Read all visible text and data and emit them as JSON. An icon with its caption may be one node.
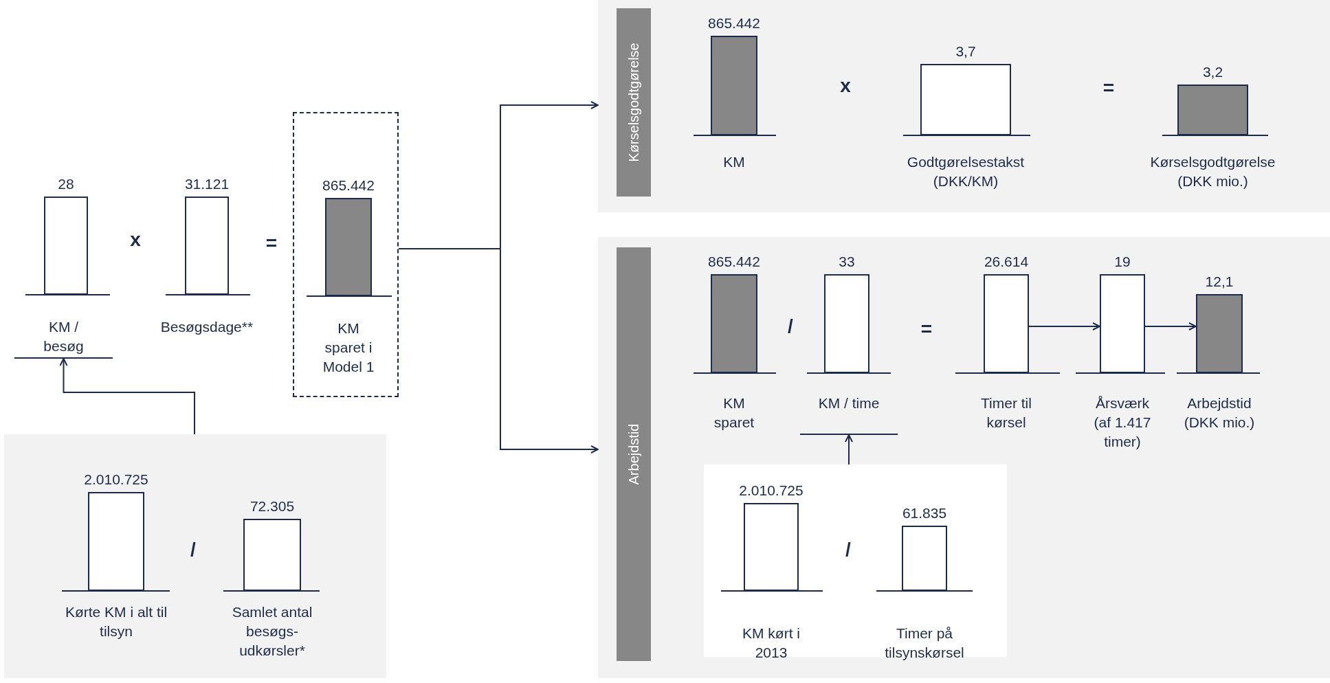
{
  "diagram": {
    "nodes": [
      {
        "text": [
          "28"
        ],
        "beside": [
          "KM / besøg"
        ]
      },
      {
        "text": [
          "31.121"
        ],
        "beside": [
          "Besøgsdage**"
        ]
      },
      {
        "text": [],
        "shape": "box"
      },
      {
        "text": [
          "865.442"
        ],
        "beside": [
          "KM sparet i Model 1"
        ],
        "in": 2
      },
      {
        "text": [],
        "shape": "box"
      },
      {
        "text": [
          "2.010.725"
        ],
        "beside": [
          "Kørte KM i alt til tilsyn"
        ],
        "in": 4
      },
      {
        "text": [
          "72.305"
        ],
        "beside": [
          "Samlet antal besøgs-udkørsler*"
        ],
        "in": 4
      },
      {
        "text": [
          "Kørselsgodtgørelse"
        ]
      },
      {
        "text": [
          "865.442"
        ],
        "beside": [
          "KM"
        ],
        "in": 7
      },
      {
        "text": [
          "3,7"
        ],
        "beside": [
          "Godtgørelsestakst (DKK/KM)"
        ],
        "in": 7
      },
      {
        "text": [
          "3,2"
        ],
        "beside": [
          "Kørselsgodtgørelse (DKK mio.)"
        ],
        "in": 7
      },
      {
        "text": [
          "Arbejdstid"
        ]
      },
      {
        "text": [
          "865.442"
        ],
        "beside": [
          "KM sparet"
        ],
        "in": 11
      },
      {
        "text": [
          "33"
        ],
        "beside": [
          "KM / time"
        ],
        "in": 11
      },
      {
        "text": [
          "26.614"
        ],
        "beside": [
          "Timer til kørsel"
        ],
        "in": 11
      },
      {
        "text": [
          "19"
        ],
        "beside": [
          "Årsværk (af 1.417 timer)"
        ],
        "in": 11
      },
      {
        "text": [
          "12,1"
        ],
        "beside": [
          "Arbejdstid (DKK mio.)"
        ],
        "in": 11
      },
      {
        "text": [],
        "shape": "box",
        "in": 11
      },
      {
        "text": [
          "2.010.725"
        ],
        "beside": [
          "KM kørt i 2013"
        ],
        "in": 17
      },
      {
        "text": [
          "61.835"
        ],
        "beside": [
          "Timer på tilsynskørsel"
        ],
        "in": 17
      }
    ],
    "edges": [
      {
        "from": 4,
        "to": 0,
        "arrow": "to"
      },
      {
        "from": 2,
        "to": 7,
        "arrow": "to"
      },
      {
        "from": 2,
        "to": 11,
        "arrow": "to"
      },
      {
        "from": 17,
        "to": 13,
        "arrow": "to"
      },
      {
        "from": 14,
        "to": 15,
        "arrow": "to"
      },
      {
        "from": 15,
        "to": 16,
        "arrow": "to"
      }
    ],
    "labels": [
      "x",
      "=",
      "/",
      "x",
      "=",
      "/",
      "=",
      "/"
    ]
  }
}
